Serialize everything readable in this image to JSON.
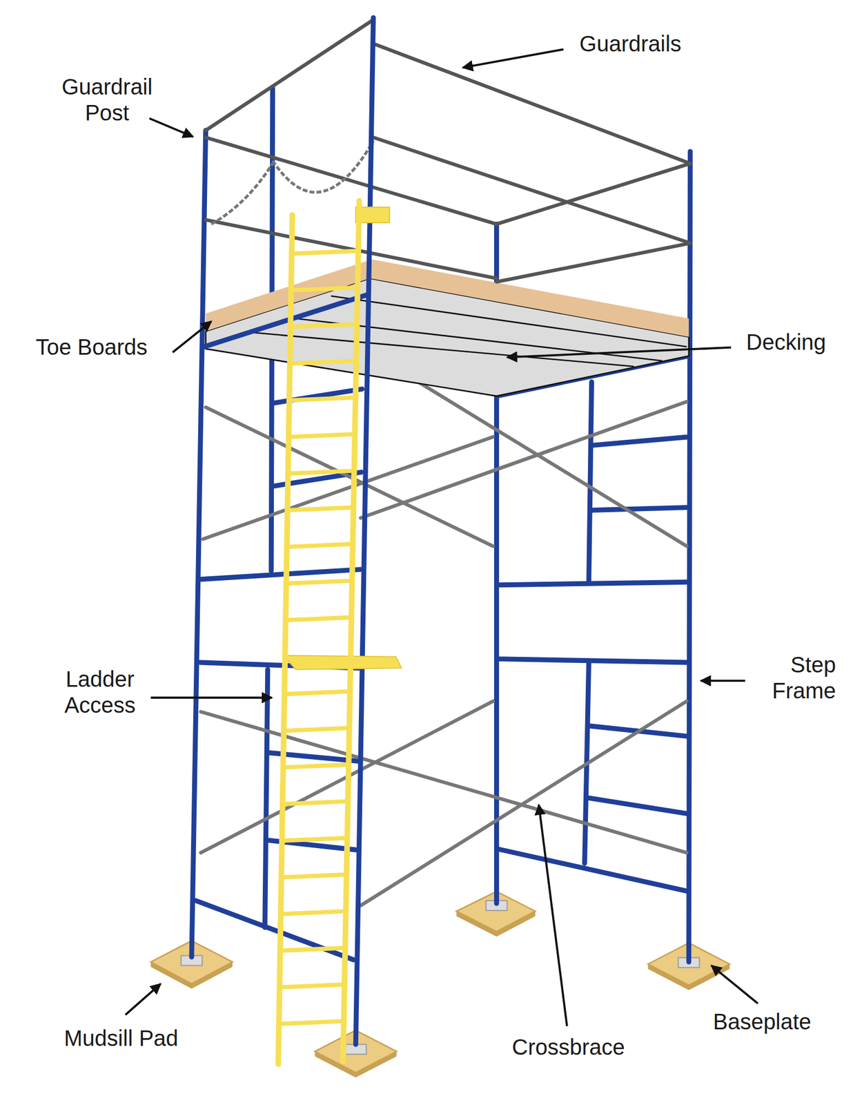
{
  "diagram": {
    "labels": [
      "Guardrails",
      "Guardrail Post",
      "Toe Boards",
      "Decking",
      "Ladder Access",
      "Step Frame",
      "Mudsill Pad",
      "Crossbrace",
      "Baseplate"
    ]
  }
}
